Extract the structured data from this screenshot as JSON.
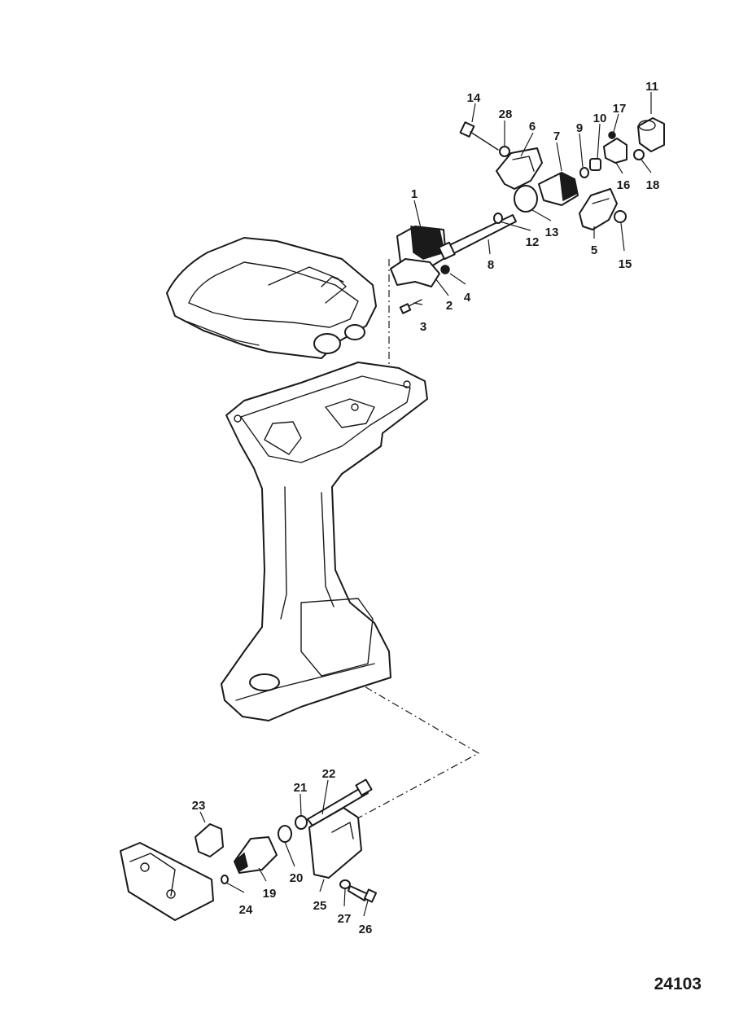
{
  "figure_number": "24103",
  "colors": {
    "ink": "#1a1a1a",
    "paper": "#ffffff"
  },
  "callouts": [
    "1",
    "2",
    "3",
    "4",
    "5",
    "6",
    "7",
    "8",
    "9",
    "10",
    "11",
    "12",
    "13",
    "14",
    "15",
    "16",
    "17",
    "18",
    "19",
    "20",
    "21",
    "22",
    "23",
    "24",
    "25",
    "26",
    "27",
    "28"
  ]
}
